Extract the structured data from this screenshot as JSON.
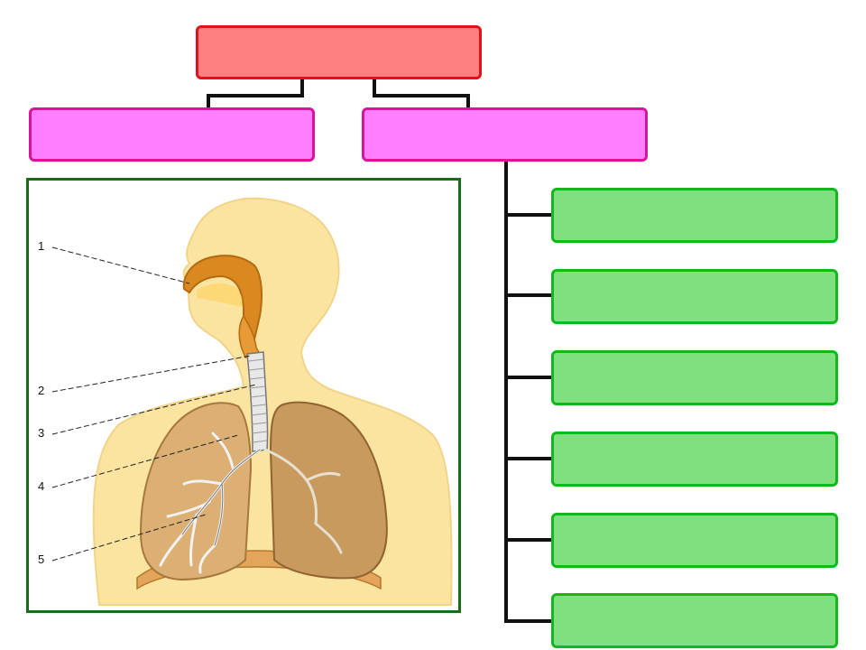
{
  "diagram": {
    "root": {
      "label": ""
    },
    "categories": [
      {
        "label": ""
      },
      {
        "label": ""
      }
    ],
    "items": [
      {
        "label": ""
      },
      {
        "label": ""
      },
      {
        "label": ""
      },
      {
        "label": ""
      },
      {
        "label": ""
      },
      {
        "label": ""
      }
    ],
    "callouts": [
      "1",
      "2",
      "3",
      "4",
      "5"
    ],
    "colors": {
      "root_fill": "#fe7f7f",
      "root_border": "#e50f17",
      "category_fill": "#fe7ffd",
      "category_border": "#d9139c",
      "item_fill": "#80e080",
      "item_border": "#11b81c",
      "frame_border": "#1d6b19",
      "connector": "#111111"
    }
  },
  "illustration": {
    "subject": "human-respiratory-system-illustration"
  }
}
